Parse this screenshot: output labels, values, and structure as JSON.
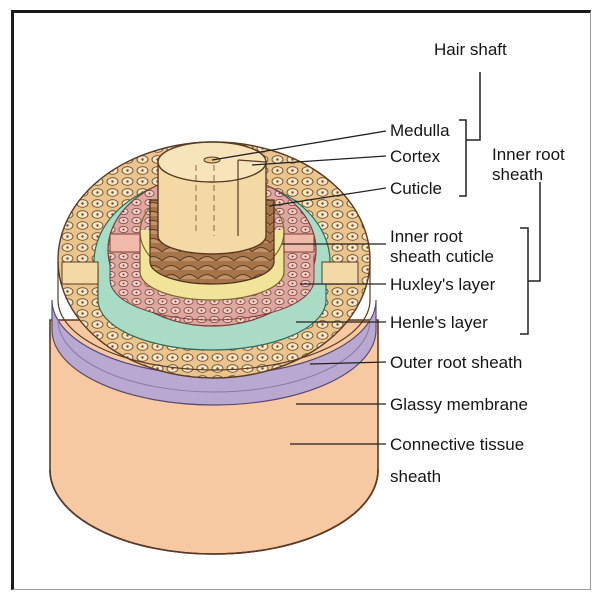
{
  "labels": {
    "hair_shaft": "Hair shaft",
    "medulla": "Medulla",
    "cortex": "Cortex",
    "cuticle": "Cuticle",
    "inner_root_sheath_l1": "Inner root",
    "inner_root_sheath_l2": "sheath",
    "irs_cuticle_l1": "Inner root",
    "irs_cuticle_l2": "sheath cuticle",
    "huxley": "Huxley's layer",
    "henle": "Henle's layer",
    "outer_root_sheath": "Outer root sheath",
    "glassy_membrane": "Glassy membrane",
    "connective_l1": "Connective tissue",
    "connective_l2": "sheath"
  },
  "colors": {
    "connective": "#f6c9a2",
    "glassy": "#b9a8cf",
    "outer_root": "#e9c58d",
    "henle": "#a9dbc6",
    "huxley": "#dca79f",
    "irs_cuticle": "#f1e39a",
    "cuticle": "#9c6d46",
    "cortex": "#f3d9a6",
    "medulla": "#e6c590"
  }
}
